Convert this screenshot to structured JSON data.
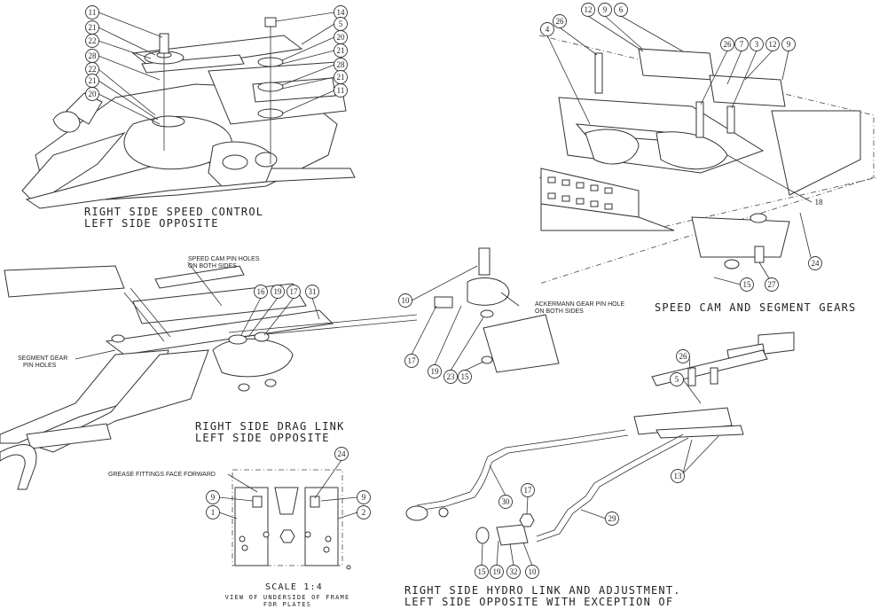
{
  "captions": {
    "speed_control": [
      "RIGHT SIDE SPEED CONTROL",
      "LEFT SIDE OPPOSITE"
    ],
    "speed_cam": [
      "SPEED CAM AND SEGMENT GEARS"
    ],
    "drag_link": [
      "RIGHT SIDE DRAG LINK",
      "LEFT SIDE OPPOSITE"
    ],
    "scale": [
      "SCALE 1:4"
    ],
    "underside": [
      "VIEW OF UNDERSIDE OF FRAME",
      "FOR PLATES"
    ],
    "hydro_link": [
      "RIGHT SIDE HYDRO LINK AND ADJUSTMENT.",
      "LEFT SIDE OPPOSITE WITH EXCEPTION OF"
    ]
  },
  "notes": {
    "speed_cam_pins": [
      "SPEED CAM PIN HOLES",
      "ON BOTH SIDES"
    ],
    "segment_gear_pins": [
      "SEGMENT GEAR",
      "PIN HOLES"
    ],
    "ackermann_pin": [
      "ACKERMANN GEAR PIN HOLE",
      "ON BOTH SIDES"
    ],
    "grease_fittings": [
      "GREASE FITTINGS FACE FORWARD"
    ]
  },
  "callouts": {
    "speed_control": [
      "11",
      "21",
      "22",
      "28",
      "22",
      "21",
      "20",
      "14",
      "5",
      "20",
      "21",
      "28",
      "21",
      "11"
    ],
    "speed_cam": [
      "26",
      "4",
      "12",
      "9",
      "6",
      "26",
      "3",
      "7",
      "12",
      "9",
      "18",
      "24",
      "15",
      "27"
    ],
    "drag_link": [
      "16",
      "19",
      "17",
      "31"
    ],
    "link_detail": [
      "10",
      "17",
      "19",
      "23",
      "15"
    ],
    "underside": [
      "9",
      "1",
      "24",
      "9",
      "2"
    ],
    "hydro_link": [
      "26",
      "5",
      "13",
      "30",
      "29",
      "17",
      "15",
      "19",
      "32",
      "10"
    ]
  }
}
